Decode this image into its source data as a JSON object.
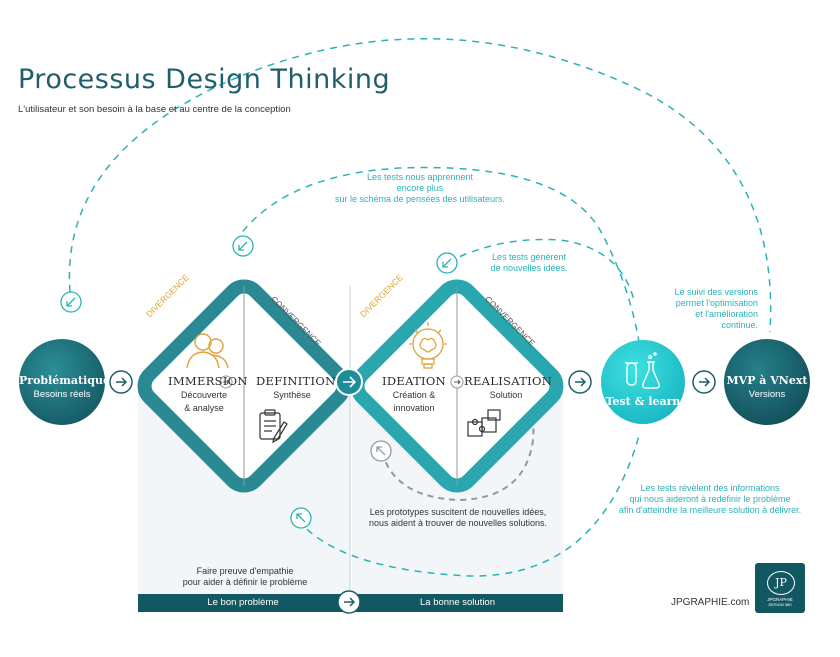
{
  "header": {
    "title": "Processus Design Thinking",
    "subtitle": "L'utilisateur et son besoin à la base et au centre de la conception"
  },
  "nodes": {
    "problem": {
      "title": "Problématique",
      "subtitle": "Besoins réels"
    },
    "test": {
      "title": "Test & learn"
    },
    "mvp": {
      "title": "MVP à VNext",
      "subtitle": "Versions"
    }
  },
  "stages": {
    "immersion": {
      "title": "IMMERSION",
      "desc1": "Découverte",
      "desc2": "& analyse"
    },
    "definition": {
      "title": "DEFINITION",
      "desc": "Synthèse"
    },
    "ideation": {
      "title": "IDEATION",
      "desc1": "Création &",
      "desc2": "innovation"
    },
    "realisation": {
      "title": "REALISATION",
      "desc": "Solution"
    }
  },
  "diamond_labels": {
    "divergence_left": "DIVERGENCE",
    "convergence_left": "CONVERGENCE",
    "divergence_right": "DIVERGENCE",
    "convergence_right": "CONVERGENCE"
  },
  "notes": {
    "tests_learn": [
      "Les tests nous apprennent",
      "encore plus",
      "sur le schéma de pensées des utilisateurs."
    ],
    "tests_ideas": [
      "Les tests génèrent",
      "de nouvelles idées."
    ],
    "versions": [
      "Le suivi des versions",
      "permet l'optimisation",
      "et l'amélioration",
      "continue."
    ],
    "tests_reveal": [
      "Les tests révèlent des informations",
      "qui nous aideront à redéfinir le problème",
      "afin d'atteindre la meilleure solution à délivrer."
    ],
    "prototypes": [
      "Les prototypes suscitent de nouvelles idées,",
      "nous aident à trouver de nouvelles solutions."
    ],
    "empathy": [
      "Faire preuve d'empathie",
      "pour aider à définir le problème"
    ]
  },
  "bottom_bar": {
    "left_label": "Le bon problème",
    "right_label": "La bonne solution"
  },
  "footer": {
    "brand": "JPGRAPHIE.com",
    "logo_initials": "JP",
    "logo_caption1": "JPGRAPHIE",
    "logo_caption2": "DESIGN 360"
  },
  "colors": {
    "dark_teal": "#1c6e79",
    "teal": "#2a8a94",
    "light_teal": "#2cc7cd",
    "bright_cyan": "#29d3d6",
    "panel": "#f2f6f9",
    "bar": "#125862"
  },
  "icons": [
    "arrow-right-icon",
    "arrow-down-left-icon",
    "arrow-up-left-icon",
    "people-icon",
    "clipboard-icon",
    "brain-bulb-icon",
    "puzzle-icon",
    "flask-icon"
  ]
}
